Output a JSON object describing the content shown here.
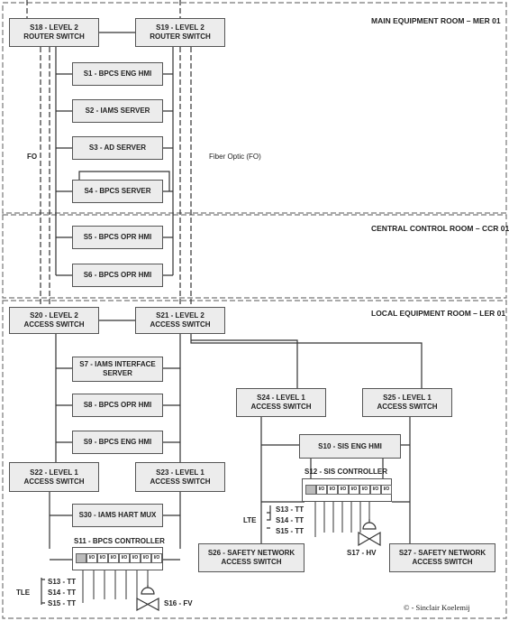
{
  "zones": {
    "mer": "MAIN EQUIPMENT ROOM – MER 01",
    "ccr": "CENTRAL CONTROL ROOM – CCR 01",
    "ler": "LOCAL EQUIPMENT ROOM – LER 01"
  },
  "devices": {
    "s18": "S18 - LEVEL 2\nROUTER SWITCH",
    "s19": "S19 - LEVEL 2\nROUTER SWITCH",
    "s1": "S1 - BPCS ENG HMI",
    "s2": "S2 - IAMS SERVER",
    "s3": "S3 - AD SERVER",
    "s4": "S4 - BPCS SERVER",
    "s5": "S5 - BPCS OPR HMI",
    "s6": "S6 - BPCS OPR HMI",
    "s20": "S20 - LEVEL 2\nACCESS SWITCH",
    "s21": "S21 - LEVEL 2\nACCESS SWITCH",
    "s7": "S7 - IAMS INTERFACE\nSERVER",
    "s8": "S8 - BPCS OPR HMI",
    "s9": "S9 - BPCS ENG HMI",
    "s24": "S24 - LEVEL 1\nACCESS SWITCH",
    "s25": "S25 - LEVEL 1\nACCESS SWITCH",
    "s10": "S10 - SIS ENG HMI",
    "s12": "S12 - SIS CONTROLLER",
    "s22": "S22 - LEVEL 1\nACCESS SWITCH",
    "s23": "S23 - LEVEL 1\nACCESS SWITCH",
    "s30": "S30 - IAMS HART MUX",
    "s11": "S11 - BPCS CONTROLLER",
    "s26": "S26 - SAFETY NETWORK\nACCESS SWITCH",
    "s27": "S27 - SAFETY NETWORK\nACCESS SWITCH"
  },
  "labels": {
    "fo": "FO",
    "fiber_optic": "Fiber Optic (FO)",
    "io": "I/O",
    "lte": "LTE",
    "tle": "TLE",
    "sis_tt": [
      "S13 - TT",
      "S14 - TT",
      "S15 - TT"
    ],
    "bpcs_tt": [
      "S13 - TT",
      "S14 - TT",
      "S15 - TT"
    ],
    "s17": "S17 - HV",
    "s16": "S16 - FV",
    "copyright": "© - Sinclair Koelemij"
  }
}
